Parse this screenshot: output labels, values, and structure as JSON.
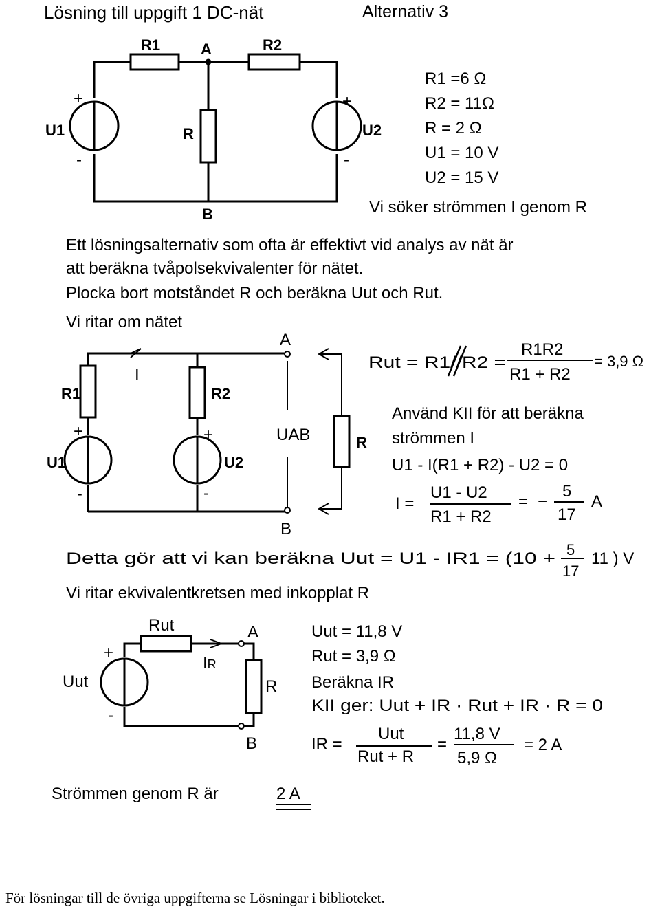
{
  "title": "Lösning till uppgift 1 DC-nät",
  "alternative": "Alternativ 3",
  "circuit1": {
    "r1": "R1",
    "r2": "R2",
    "r": "R",
    "node_a": "A",
    "node_b": "B",
    "u1": "U1",
    "u2": "U2",
    "plus": "+",
    "minus": "-"
  },
  "given": [
    "R1 =6 Ω",
    "R2 = 11Ω",
    "R = 2 Ω",
    "U1 = 10 V",
    "U2 = 15 V"
  ],
  "goal": "Vi söker strömmen  I genom R",
  "intro": [
    "Ett lösningsalternativ som ofta är effektivt vid analys av nät är",
    "att beräkna tvåpolsekvivalenter för nätet.",
    "Plocka bort motståndet R och beräkna Uut och Rut."
  ],
  "redraw": "Vi ritar om nätet",
  "circuit2": {
    "r1": "R1",
    "r2": "R2",
    "u1": "U1",
    "u2": "U2",
    "i": "I",
    "a": "A",
    "b": "B",
    "uab": "UAB",
    "r": "R",
    "plus": "+",
    "minus": "-"
  },
  "rut_formula": {
    "lhs": "Rut = R1//R2 =",
    "num": "R1R2",
    "den": "R1 + R2",
    "rhs": "= 3,9 Ω"
  },
  "kii_text": [
    "Använd KII för att beräkna",
    "strömmen I"
  ],
  "kii_eq": "U1 - I(R1 + R2) - U2 = 0",
  "i_formula": {
    "lhs": "I =",
    "num": "U1 - U2",
    "den": "R1 + R2",
    "eq": "=",
    "neg": "−",
    "res_num": "5",
    "res_den": "17",
    "unit": "A"
  },
  "uut_line": {
    "text": "Detta gör att vi kan beräkna Uut = U1 - IR1 = (10 +",
    "num": "5",
    "den": "17",
    "tail": "11 )  V"
  },
  "equiv_text": "Vi ritar ekvivalentkretsen med inkopplat R",
  "circuit3": {
    "rut": "Rut",
    "a": "A",
    "b": "B",
    "uut": "Uut",
    "ir": "I",
    "ir_sub": "R",
    "r": "R",
    "plus": "+",
    "minus": "-"
  },
  "results": {
    "uut": "Uut = 11,8 V",
    "rut": "Rut = 3,9 Ω",
    "calc": "Beräkna IR",
    "kii": "KII ger: Uut + IR · Rut + IR · R = 0"
  },
  "ir_formula": {
    "lhs": "IR =",
    "num": "Uut",
    "den": "Rut + R",
    "eq": "=",
    "num2": "11,8 V",
    "den2": "5,9 Ω",
    "res": "= 2 A"
  },
  "answer": {
    "text": "Strömmen genom R är",
    "value": "2 A"
  },
  "footer": "För lösningar till de övriga uppgifterna se Lösningar i biblioteket."
}
